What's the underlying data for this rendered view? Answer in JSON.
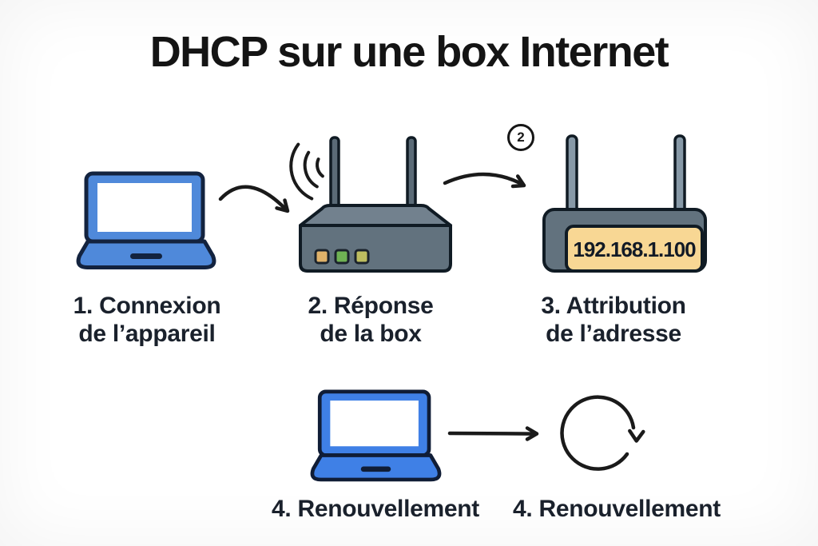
{
  "title": "DHCP sur une box Internet",
  "badge2": "2",
  "router3_ip": "192.168.1.100",
  "steps": {
    "step1": {
      "line1": "1. Connexion",
      "line2": "de l’appareil"
    },
    "step2": {
      "line1": "2. Réponse",
      "line2": "de la box"
    },
    "step3": {
      "line1": "3. Attribution",
      "line2": "de l’adresse"
    },
    "step4_laptop": {
      "label": "4. Renouvellement"
    },
    "step4_cycle": {
      "label": "4. Renouvellement"
    }
  },
  "icons": {
    "laptop1": "laptop-icon",
    "wifi": "wifi-waves-icon",
    "router2": "wifi-router-icon",
    "router3": "router-with-ip-icon",
    "laptop2": "laptop-icon",
    "cycle": "refresh-cycle-icon",
    "arrows": [
      "curved-arrow",
      "curved-arrow",
      "straight-arrow"
    ]
  },
  "colors": {
    "laptop1_blue": "#4f89da",
    "laptop2_blue": "#3f80e6",
    "laptop_outline": "#13233f",
    "screen_white": "#ffffff",
    "router_body": "#62727e",
    "router_top": "#72818e",
    "antenna2_fill": "#5b6b77",
    "antenna3_fill": "#8799a7",
    "ip_panel": "#f8d794",
    "led1": "#dfb26a",
    "led2": "#6fb254",
    "led3": "#bdbd60",
    "ink": "#1a1a1a"
  }
}
